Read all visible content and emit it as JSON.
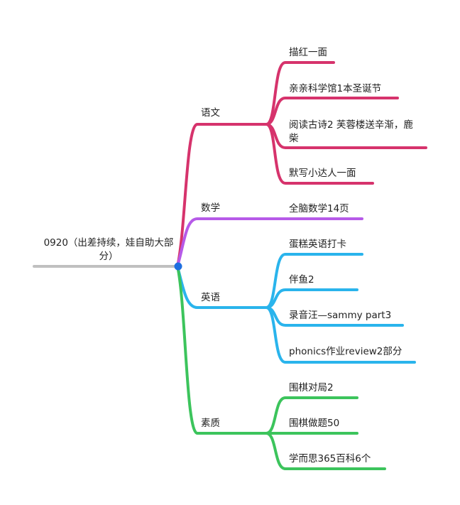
{
  "root": {
    "text": "0920（出差持续，娃自助大部分）",
    "line_color": "#c0c0c0",
    "dot_color": "#1e6fe0"
  },
  "branches": [
    {
      "label": "语文",
      "color": "#d6336c",
      "items": [
        "描红一面",
        "亲亲科学馆1本圣诞节",
        "阅读古诗2 芙蓉楼送辛渐，鹿柴",
        "默写小达人一面"
      ]
    },
    {
      "label": "数学",
      "color": "#b65ae8",
      "items": [
        "全脑数学14页"
      ]
    },
    {
      "label": "英语",
      "color": "#2ab4ec",
      "items": [
        "蛋糕英语打卡",
        "伴鱼2",
        "录音汪—sammy part3",
        "phonics作业review2部分"
      ]
    },
    {
      "label": "素质",
      "color": "#3cc45c",
      "items": [
        "围棋对局2",
        "围棋做题50",
        "学而思365百科6个"
      ]
    }
  ]
}
